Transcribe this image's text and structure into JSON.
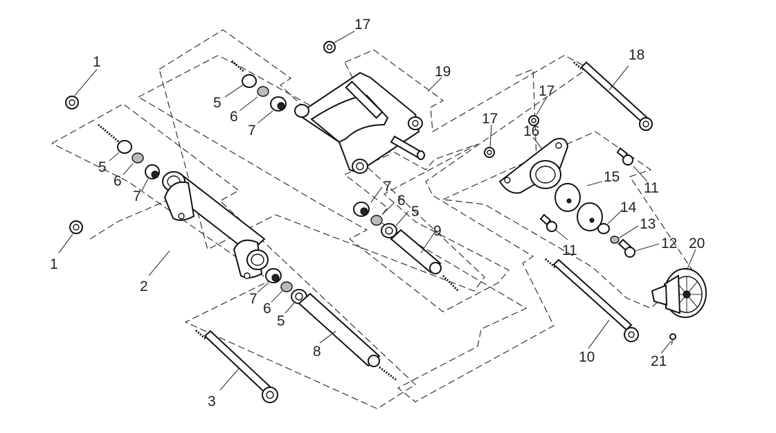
{
  "callouts": [
    {
      "id": "c1a",
      "label": "1"
    },
    {
      "id": "c1b",
      "label": "1"
    },
    {
      "id": "c2",
      "label": "2"
    },
    {
      "id": "c3",
      "label": "3"
    },
    {
      "id": "c5a",
      "label": "5"
    },
    {
      "id": "c6a",
      "label": "6"
    },
    {
      "id": "c7a",
      "label": "7"
    },
    {
      "id": "c5b",
      "label": "5"
    },
    {
      "id": "c6b",
      "label": "6"
    },
    {
      "id": "c7b",
      "label": "7"
    },
    {
      "id": "c7c",
      "label": "7"
    },
    {
      "id": "c6c",
      "label": "6"
    },
    {
      "id": "c5c",
      "label": "5"
    },
    {
      "id": "c7d",
      "label": "7"
    },
    {
      "id": "c6d",
      "label": "6"
    },
    {
      "id": "c5d",
      "label": "5"
    },
    {
      "id": "c8",
      "label": "8"
    },
    {
      "id": "c9",
      "label": "9"
    },
    {
      "id": "c10",
      "label": "10"
    },
    {
      "id": "c11a",
      "label": "11"
    },
    {
      "id": "c11b",
      "label": "11"
    },
    {
      "id": "c12",
      "label": "12"
    },
    {
      "id": "c13",
      "label": "13"
    },
    {
      "id": "c14",
      "label": "14"
    },
    {
      "id": "c15",
      "label": "15"
    },
    {
      "id": "c16",
      "label": "16"
    },
    {
      "id": "c17a",
      "label": "17"
    },
    {
      "id": "c17b",
      "label": "17"
    },
    {
      "id": "c17c",
      "label": "17"
    },
    {
      "id": "c18",
      "label": "18"
    },
    {
      "id": "c19",
      "label": "19"
    },
    {
      "id": "c20",
      "label": "20"
    },
    {
      "id": "c21",
      "label": "21"
    }
  ]
}
